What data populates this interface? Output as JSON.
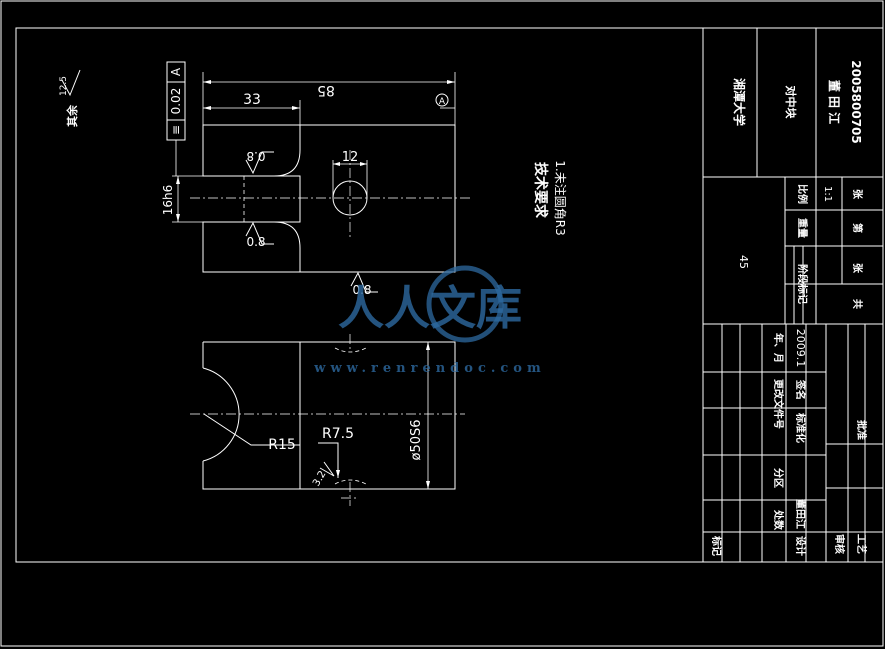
{
  "drawing": {
    "surface_finish_note": "其余",
    "surface_finish_value": "12.5",
    "tolerance_frame": {
      "symbol": "≡",
      "value": "0.02",
      "datum": "A"
    },
    "dims": {
      "overall_length": "85",
      "step_length": "33",
      "slot_width": "12",
      "thickness": "16h6",
      "radius_large": "R15",
      "radius_small": "R7.5",
      "diameter": "ø50S6"
    },
    "roughness": [
      "0.8",
      "0.8",
      "0.8",
      "3.2"
    ],
    "datum_label": "A",
    "technical_requirements": {
      "title": "技术要求",
      "item1": "1.未注圆角R3"
    }
  },
  "title_block": {
    "school": "湘潭大学",
    "part_name": "对中块",
    "designer_name": "董 田 江",
    "student_id": "2005800705",
    "material": "45",
    "stage_label": "阶段标记",
    "weight_label": "重量",
    "scale_label": "比例",
    "scale": "1:1",
    "sheet_total": "共",
    "sheet_unit": "张",
    "sheet_no": "第",
    "date": "2009.1",
    "date_label": "年、月",
    "sign_label": "签名",
    "change_doc_label": "更改文件号",
    "zone_label": "分区",
    "count_label": "处数",
    "mark_label": "标记",
    "design_label": "设计",
    "design_name": "董田江",
    "standardize_label": "标准化",
    "review_label": "审核",
    "process_label": "工艺",
    "approve_label": "批准"
  },
  "watermark": {
    "brand": "人人文库",
    "url": "www.renrendoc.com"
  }
}
